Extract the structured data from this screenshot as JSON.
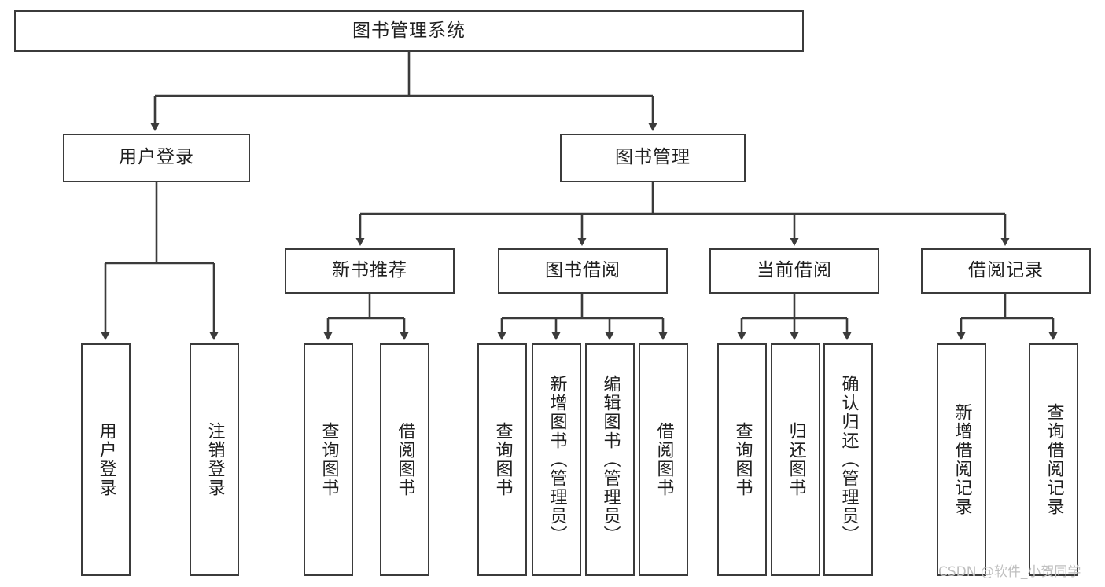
{
  "diagram": {
    "title": "图书管理系统",
    "watermark": "CSDN @软件_小贺同学",
    "stroke_color": "#3b3b3b",
    "fill_color": "#ffffff",
    "text_color": "#1f1f1f",
    "watermark_color": "#bfbfbf",
    "nodes": {
      "root": {
        "label": "图书管理系统"
      },
      "level2": [
        {
          "label": "用户登录"
        },
        {
          "label": "图书管理"
        }
      ],
      "level3": [
        {
          "label": "新书推荐"
        },
        {
          "label": "图书借阅"
        },
        {
          "label": "当前借阅"
        },
        {
          "label": "借阅记录"
        }
      ],
      "leaves": {
        "user_login": [
          {
            "label": "用户登录"
          },
          {
            "label": "注销登录"
          }
        ],
        "new_book_recommend": [
          {
            "label": "查询图书"
          },
          {
            "label": "借阅图书"
          }
        ],
        "book_borrow": [
          {
            "label": "查询图书"
          },
          {
            "label": "新增图书（管理员）"
          },
          {
            "label": "编辑图书（管理员）"
          },
          {
            "label": "借阅图书"
          }
        ],
        "current_borrow": [
          {
            "label": "查询图书"
          },
          {
            "label": "归还图书"
          },
          {
            "label": "确认归还（管理员）"
          }
        ],
        "borrow_record": [
          {
            "label": "新增借阅记录"
          },
          {
            "label": "查询借阅记录"
          }
        ]
      }
    }
  }
}
